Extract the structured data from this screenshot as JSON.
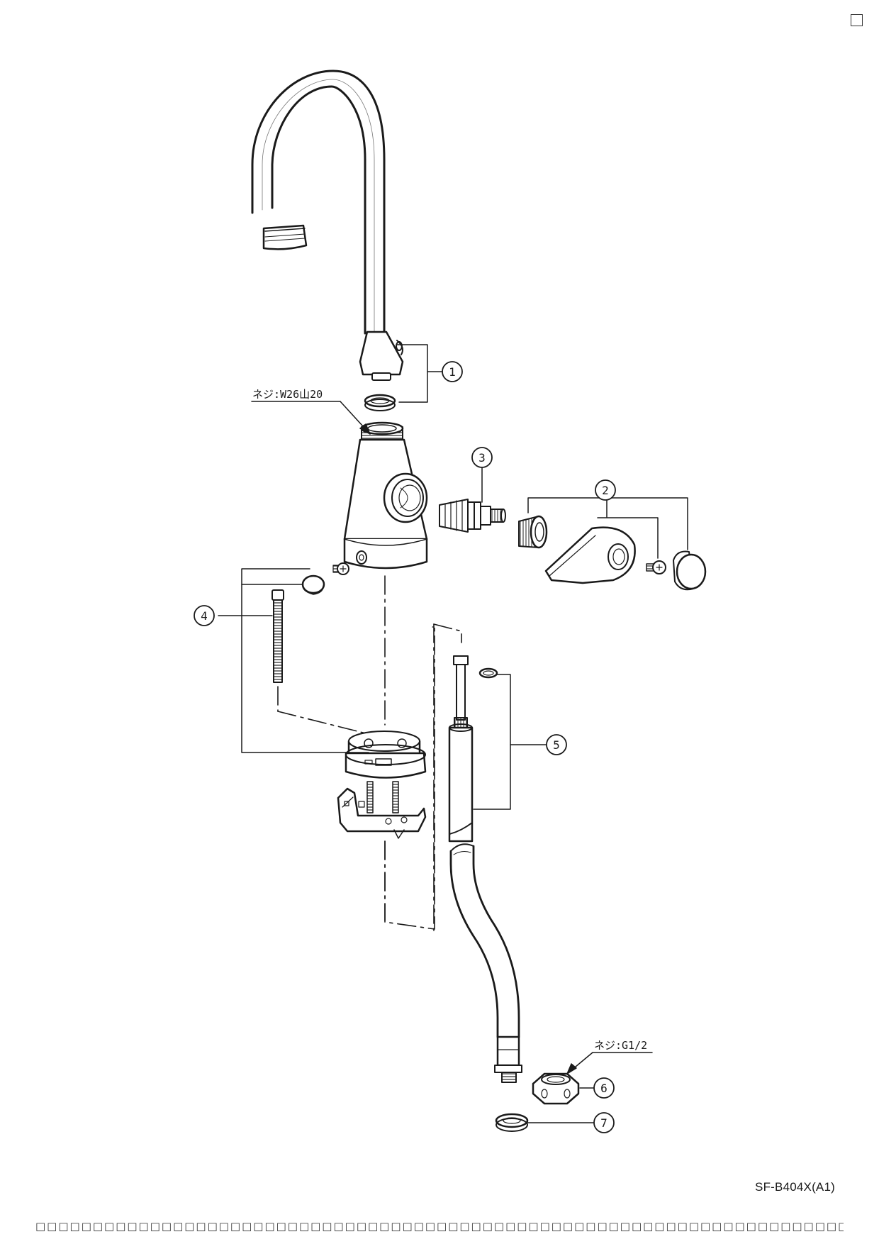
{
  "model_label": "SF-B404X(A1)",
  "callouts": [
    "1",
    "2",
    "3",
    "4",
    "5",
    "6",
    "7"
  ],
  "thread_labels": {
    "body": "ネジ:W26山20",
    "connector": "ネジ:G1/2"
  },
  "footer": {
    "segment1": "□□□□□□□□□□□□□□□□□□□□□□□□□□□□□□□□□□□□□□□□□□□□□□□□□□□□□□□□□□□□□□□□□□□□□□□□□□□□□□□",
    "segment2": "□□□□□□□□□□□□□□",
    "segment3": "□□□□□□□□□□□□□□□□□□□□□□□□□□□□□□□□□□□□□□□□□□□□□□□□□□□□□□□□□□□□□□□□□□□□□□□□□□□□□□□□□□□□□□"
  }
}
